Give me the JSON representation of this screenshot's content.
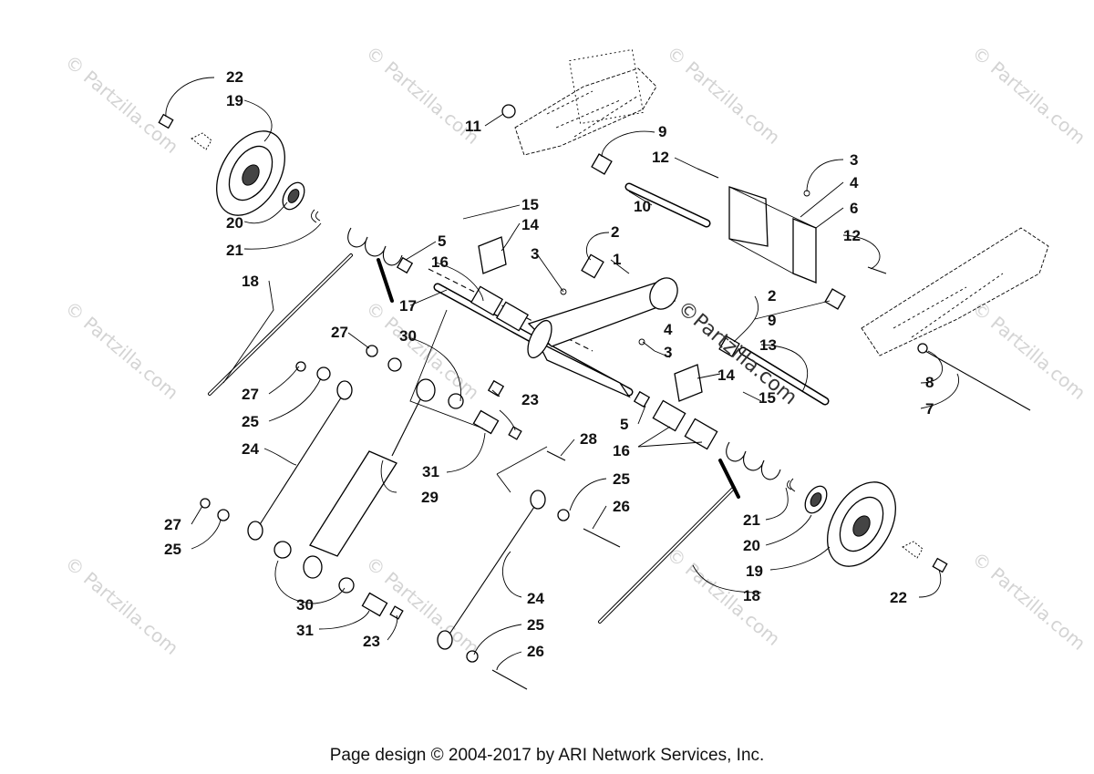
{
  "watermark": {
    "text": "© Partzilla.com",
    "center_text": "©Partzilla.com"
  },
  "footer": {
    "text": "Page design © 2004-2017 by ARI Network Services, Inc."
  },
  "labels": {
    "l22a": "22",
    "l19a": "19",
    "l20a": "20",
    "l21a": "21",
    "l18a": "18",
    "l11": "11",
    "l9a": "9",
    "l12a": "12",
    "l10": "10",
    "l3a": "3",
    "l4a": "4",
    "l6": "6",
    "l12b": "12",
    "l15a": "15",
    "l14a": "14",
    "l3b": "3",
    "l2a": "2",
    "l1": "1",
    "l5a": "5",
    "l16a": "16",
    "l17": "17",
    "l2b": "2",
    "l9b": "9",
    "l13": "13",
    "l4b": "4",
    "l3c": "3",
    "l14b": "14",
    "l15b": "15",
    "l8": "8",
    "l7": "7",
    "l27a": "27",
    "l30a": "30",
    "l27b": "27",
    "l25a": "25",
    "l24a": "24",
    "l23a": "23",
    "l5b": "5",
    "l16b": "16",
    "l28": "28",
    "l31a": "31",
    "l29": "29",
    "l25b": "25",
    "l26a": "26",
    "l27c": "27",
    "l25c": "25",
    "l21b": "21",
    "l20b": "20",
    "l19b": "19",
    "l18b": "18",
    "l22b": "22",
    "l30b": "30",
    "l31b": "31",
    "l23b": "23",
    "l24b": "24",
    "l25d": "25",
    "l26b": "26"
  }
}
